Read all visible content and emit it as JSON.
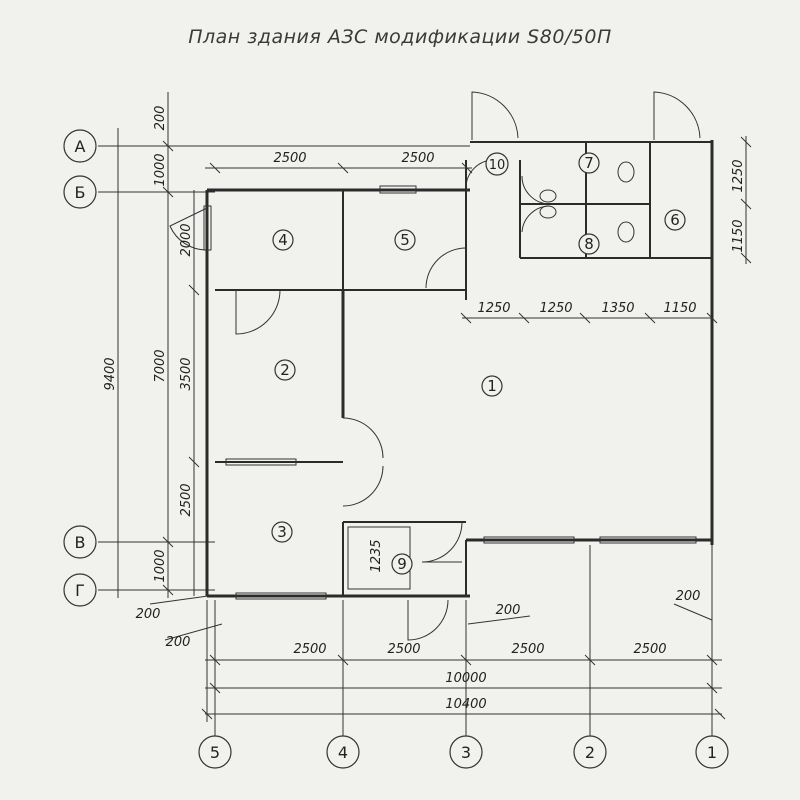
{
  "title": "План здания АЗС модификации S80/50П",
  "axes_letters": [
    "А",
    "Б",
    "В",
    "Г"
  ],
  "axes_numbers": [
    "5",
    "4",
    "3",
    "2",
    "1"
  ],
  "rooms": [
    "1",
    "2",
    "3",
    "4",
    "5",
    "6",
    "7",
    "8",
    "9",
    "10"
  ],
  "dims": {
    "top_2500_a": "2500",
    "top_2500_b": "2500",
    "left_200_top": "200",
    "left_1000_top": "1000",
    "left_2000": "2000",
    "left_3500": "3500",
    "left_2500": "2500",
    "left_1000_bottom": "1000",
    "left_9400": "9400",
    "left_7000": "7000",
    "left_200_bottom": "200",
    "left_200_corner": "200",
    "door_1235": "1235",
    "wc_1250_a": "1250",
    "wc_1250_b": "1250",
    "wc_1350": "1350",
    "wc_1150": "1150",
    "right_1250": "1250",
    "right_1150": "1150",
    "bottom_200_mid": "200",
    "bottom_200_right": "200",
    "bottom_2500_1": "2500",
    "bottom_2500_2": "2500",
    "bottom_2500_3": "2500",
    "bottom_2500_4": "2500",
    "total_10000": "10000",
    "total_10400": "10400"
  }
}
